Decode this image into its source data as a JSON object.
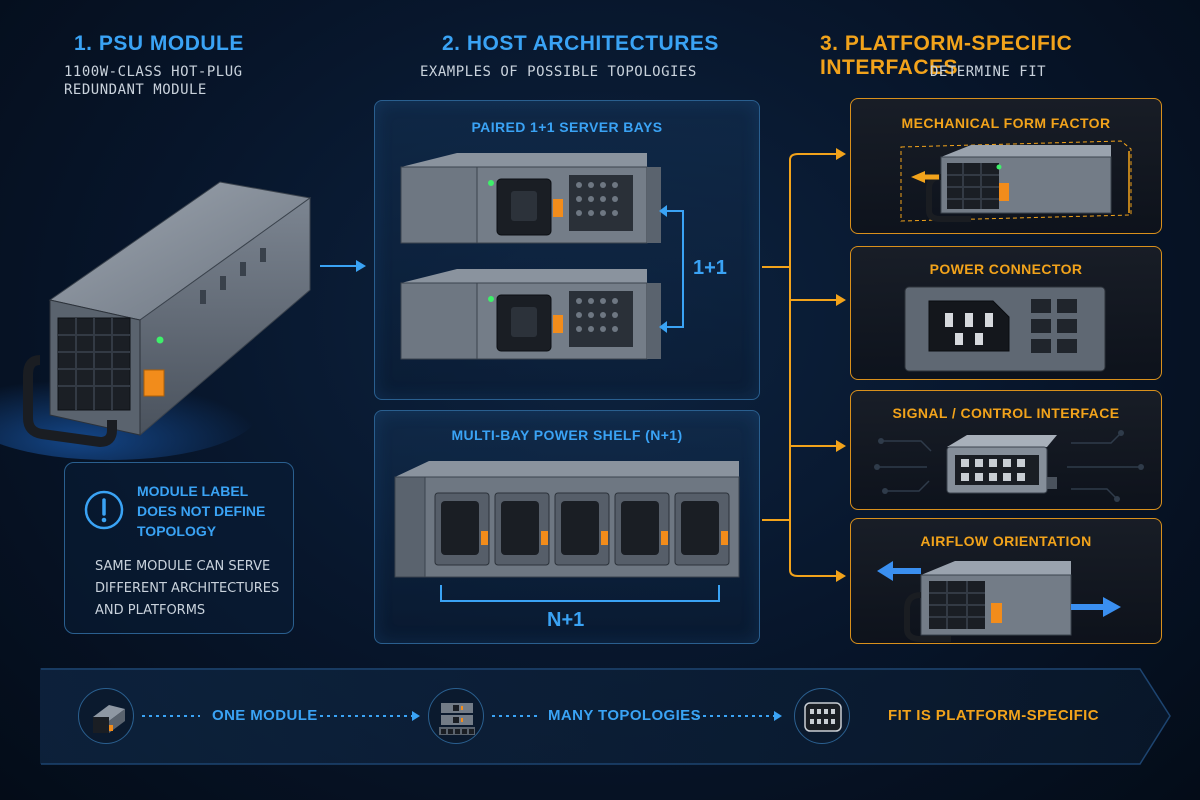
{
  "col1": {
    "title": "1. PSU MODULE",
    "subtitle_line1": "1100W-CLASS HOT-PLUG",
    "subtitle_line2": "REDUNDANT MODULE"
  },
  "col2": {
    "title": "2. HOST ARCHITECTURES",
    "subtitle": "EXAMPLES OF POSSIBLE TOPOLOGIES"
  },
  "col3": {
    "title": "3. PLATFORM-SPECIFIC INTERFACES",
    "subtitle": "DETERMINE FIT"
  },
  "note": {
    "heading_line1": "MODULE LABEL",
    "heading_line2": "DOES NOT DEFINE",
    "heading_line3": "TOPOLOGY",
    "body_line1": "SAME MODULE CAN SERVE",
    "body_line2": "DIFFERENT ARCHITECTURES",
    "body_line3": "AND PLATFORMS",
    "icon": "exclamation-icon"
  },
  "architectures": {
    "paired": {
      "label": "PAIRED 1+1 SERVER BAYS",
      "bracket_label": "1+1"
    },
    "shelf": {
      "label": "MULTI-BAY POWER SHELF (N+1)",
      "bracket_label": "N+1"
    }
  },
  "interfaces": [
    {
      "label": "MECHANICAL FORM FACTOR"
    },
    {
      "label": "POWER CONNECTOR"
    },
    {
      "label": "SIGNAL / CONTROL INTERFACE"
    },
    {
      "label": "AIRFLOW ORIENTATION"
    }
  ],
  "bottom": {
    "step1": "ONE MODULE",
    "step2": "MANY TOPOLOGIES",
    "step3": "FIT IS PLATFORM-SPECIFIC"
  },
  "colors": {
    "blue_accent": "#3aa3f5",
    "orange_accent": "#f2a31b",
    "background": "#07152a"
  }
}
